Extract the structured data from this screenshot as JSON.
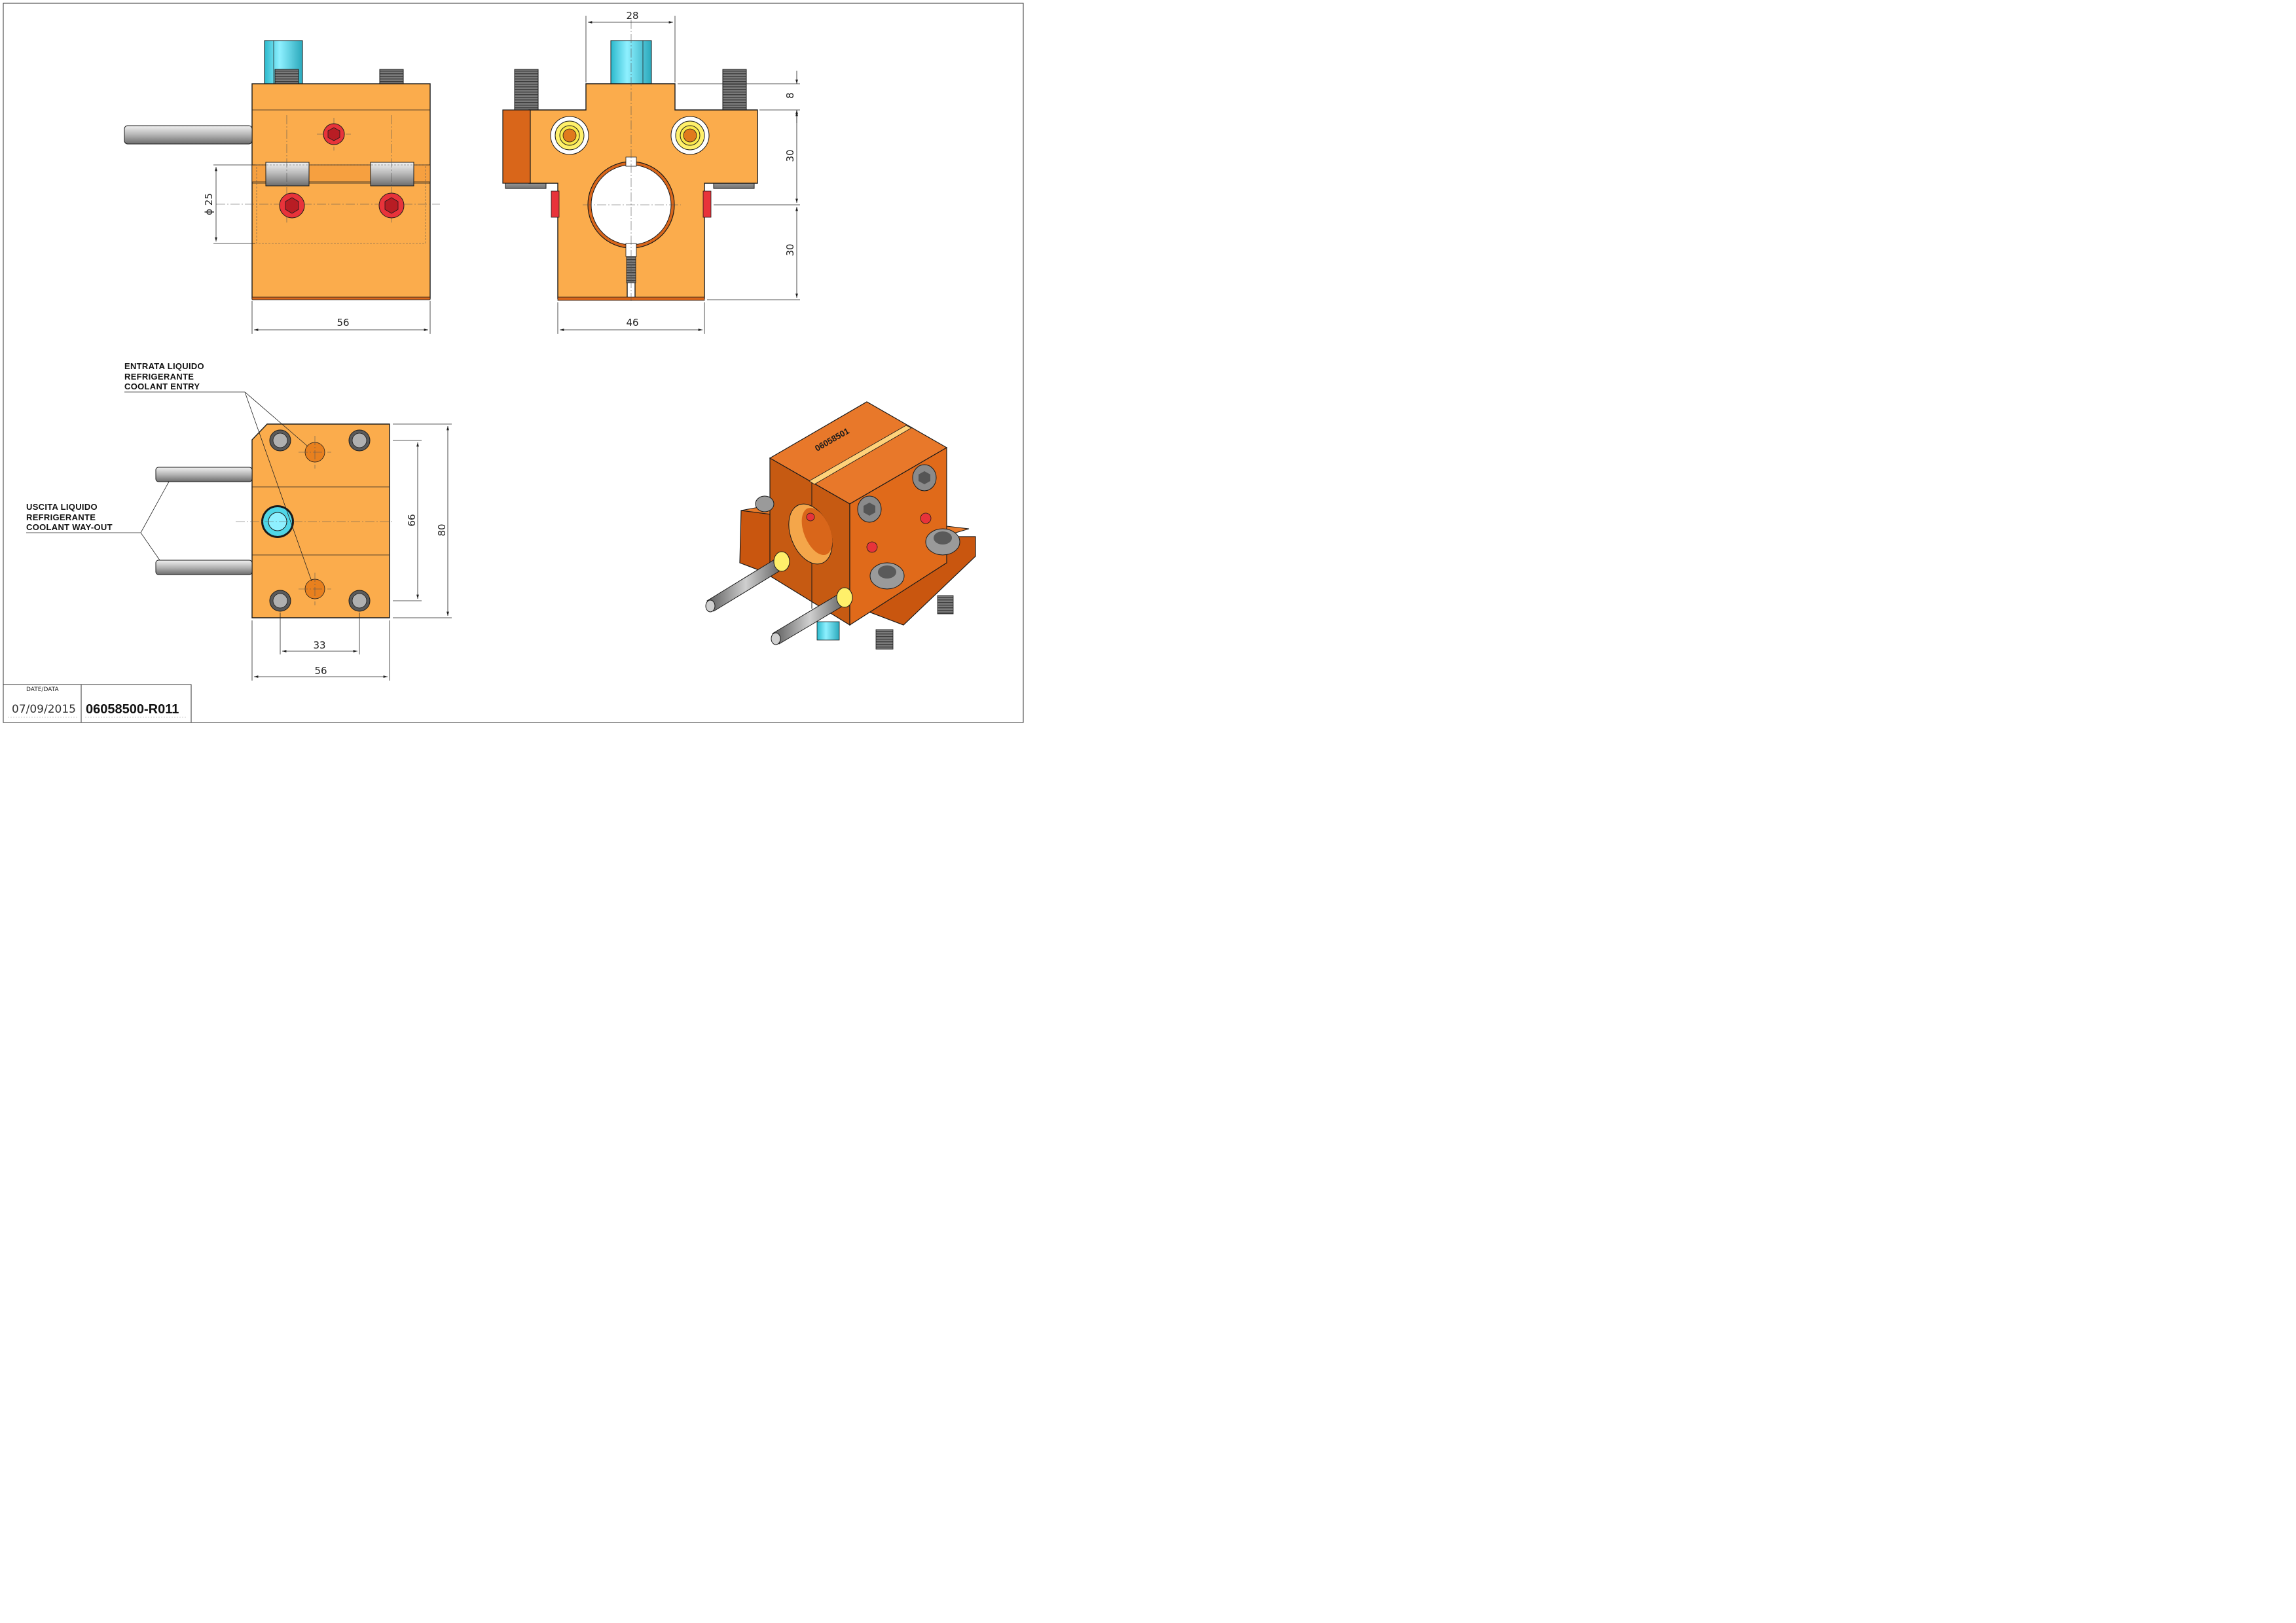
{
  "dimensions": {
    "top_left_width": "56",
    "diameter": "ϕ 25",
    "top_right_width_top": "28",
    "top_right_width_bottom": "46",
    "top_right_height_a": "8",
    "top_right_height_b": "30",
    "top_right_height_c": "30",
    "bottom_width": "56",
    "bottom_hole_spacing": "33",
    "bottom_height_inner": "66",
    "bottom_height_outer": "80"
  },
  "notes": {
    "coolant_entry": [
      "ENTRATA LIQUIDO",
      "REFRIGERANTE",
      "COOLANT ENTRY"
    ],
    "coolant_out": [
      "USCITA LIQUIDO",
      "REFRIGERANTE",
      "COOLANT WAY-OUT"
    ]
  },
  "part_engraving": "06058501",
  "title_block": {
    "date_label": "DATE/DATA",
    "date": "07/09/2015",
    "drawing_number": "06058500-R011"
  },
  "colors": {
    "body": "#fbac4c",
    "body_dark": "#d9661a",
    "screw_red": "#e8333a",
    "screw_gray": "#8a8a8a",
    "fitting_cyan": "#4fd6e6"
  }
}
